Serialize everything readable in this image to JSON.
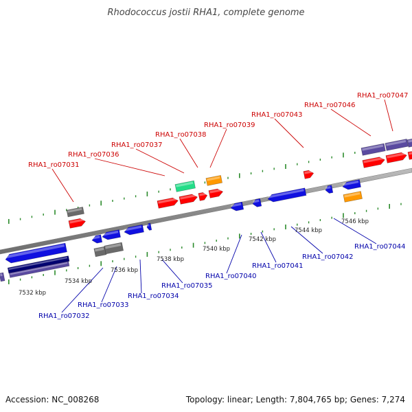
{
  "title": "Rhodococcus jostii RHA1, complete genome",
  "footer": {
    "accession": "Accession: NC_008268",
    "summary": "Topology: linear; Length: 7,804,765 bp; Genes: 7,274"
  },
  "colors": {
    "backbone": "#8a8a8a",
    "tick": "#2a8a2a",
    "gene_red": "#ff0000",
    "gene_blue": "#1010e0",
    "gene_navy": "#000070",
    "gene_purple": "#5a4aa0",
    "gene_gray": "#6a6a6a",
    "gene_orange": "#ff9900",
    "gene_green": "#22dd88",
    "label_top": "#cc0000",
    "label_bottom": "#0000aa"
  },
  "chart_data": {
    "type": "genome-map",
    "scale_unit": "kbp",
    "kbp_labels": [
      "7532 kbp",
      "7534 kbp",
      "7536 kbp",
      "7538 kbp",
      "7540 kbp",
      "7542 kbp",
      "7544 kbp",
      "7546 kbp"
    ],
    "top_gene_labels": [
      "RHA1_ro07031",
      "RHA1_ro07036",
      "RHA1_ro07037",
      "RHA1_ro07038",
      "RHA1_ro07039",
      "RHA1_ro07043",
      "RHA1_ro07046",
      "RHA1_ro07047"
    ],
    "bottom_gene_labels": [
      "RHA1_ro07032",
      "RHA1_ro07033",
      "RHA1_ro07034",
      "RHA1_ro07035",
      "RHA1_ro07040",
      "RHA1_ro07041",
      "RHA1_ro07042",
      "RHA1_ro07044"
    ]
  }
}
